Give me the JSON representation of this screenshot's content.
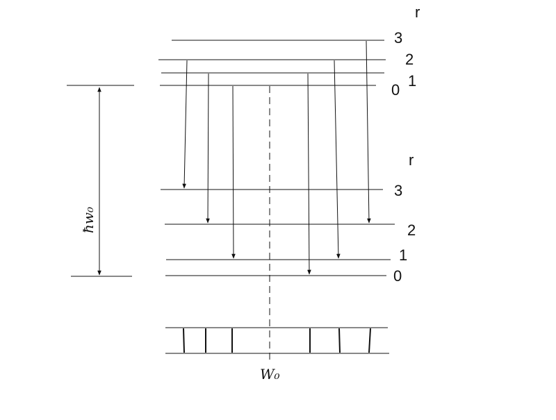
{
  "diagram": {
    "upper_r_label": "r",
    "lower_r_label": "r",
    "energy_gap_label": "ħw₀",
    "center_frequency_label": "W₀",
    "upper_levels": [
      {
        "label": "3"
      },
      {
        "label": "2"
      },
      {
        "label": "1"
      },
      {
        "label": "0"
      }
    ],
    "lower_levels": [
      {
        "label": "3"
      },
      {
        "label": "2"
      },
      {
        "label": "1"
      },
      {
        "label": "0"
      }
    ],
    "transitions": [
      {
        "from": "2",
        "to": "3"
      },
      {
        "from": "1",
        "to": "2"
      },
      {
        "from": "0",
        "to": "1"
      },
      {
        "from": "1",
        "to": "0"
      },
      {
        "from": "2",
        "to": "1"
      },
      {
        "from": "3",
        "to": "2"
      }
    ],
    "colors": {
      "stroke": "#111111",
      "background": "#ffffff"
    }
  }
}
